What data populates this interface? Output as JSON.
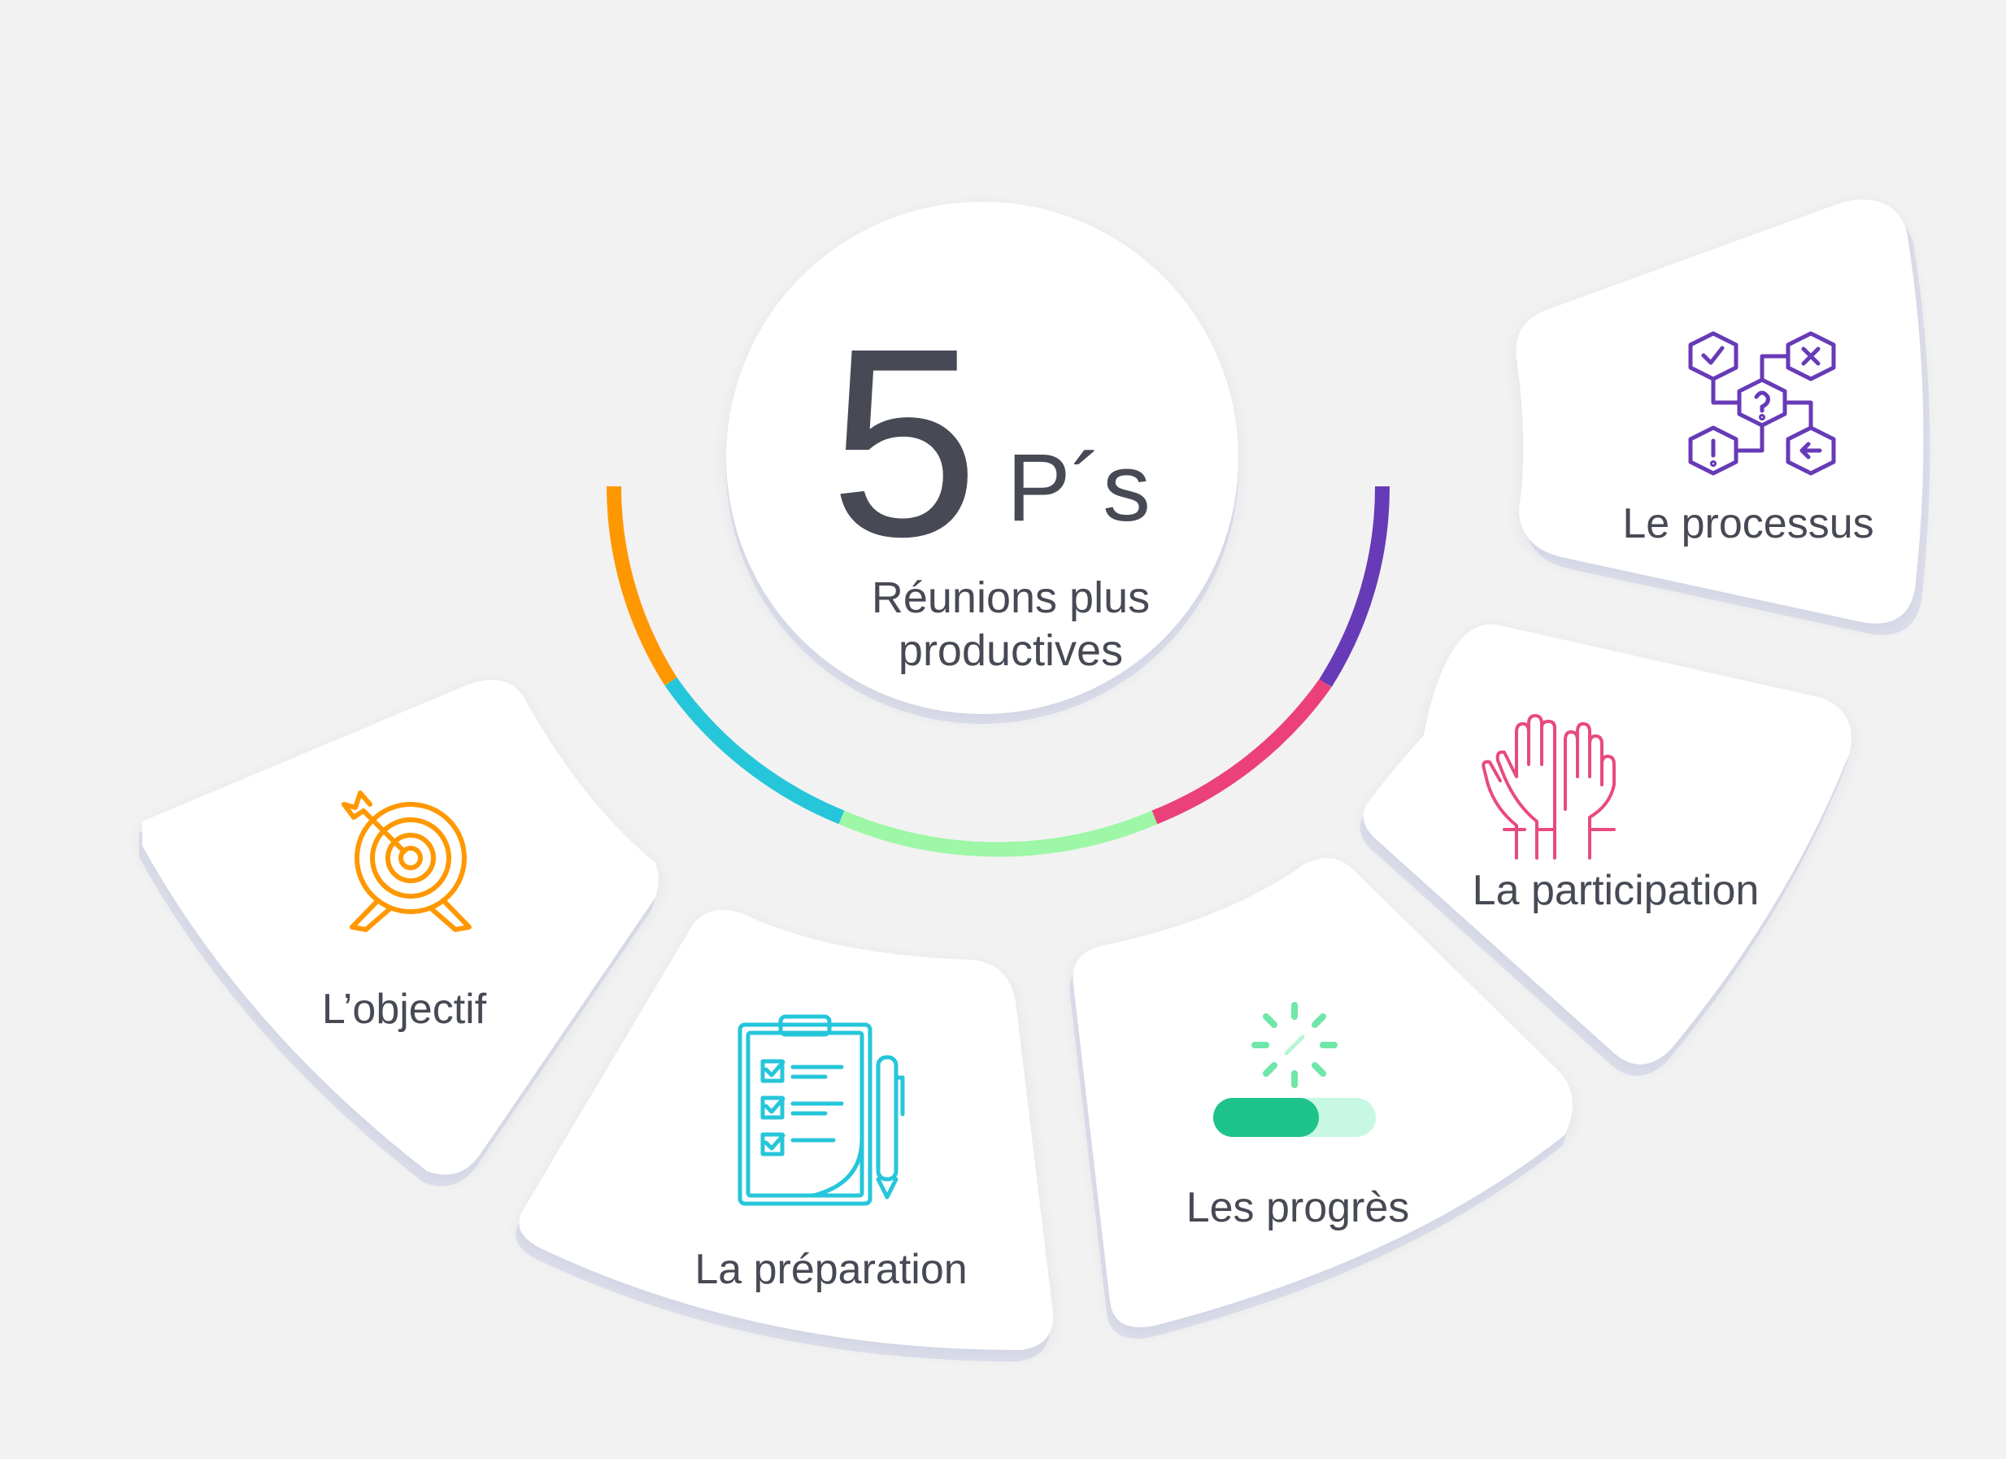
{
  "center": {
    "number": "5",
    "suffix": "P´s",
    "subtitle_line1": "Réunions plus",
    "subtitle_line2": "productives"
  },
  "arc_colors": [
    "#ff9800",
    "#26c6da",
    "#9df7a6",
    "#ec407a",
    "#673ab7"
  ],
  "cards": [
    {
      "label": "L’objectif",
      "icon": "target-icon",
      "color": "#ff9800"
    },
    {
      "label": "La préparation",
      "icon": "checklist-icon",
      "color": "#26c6da"
    },
    {
      "label": "Les progrès",
      "icon": "progress-bar-icon",
      "color": "#1ec28b"
    },
    {
      "label": "La participation",
      "icon": "raised-hands-icon",
      "color": "#e84a80"
    },
    {
      "label": "Le processus",
      "icon": "process-hexagons-icon",
      "color": "#673ab7"
    }
  ]
}
